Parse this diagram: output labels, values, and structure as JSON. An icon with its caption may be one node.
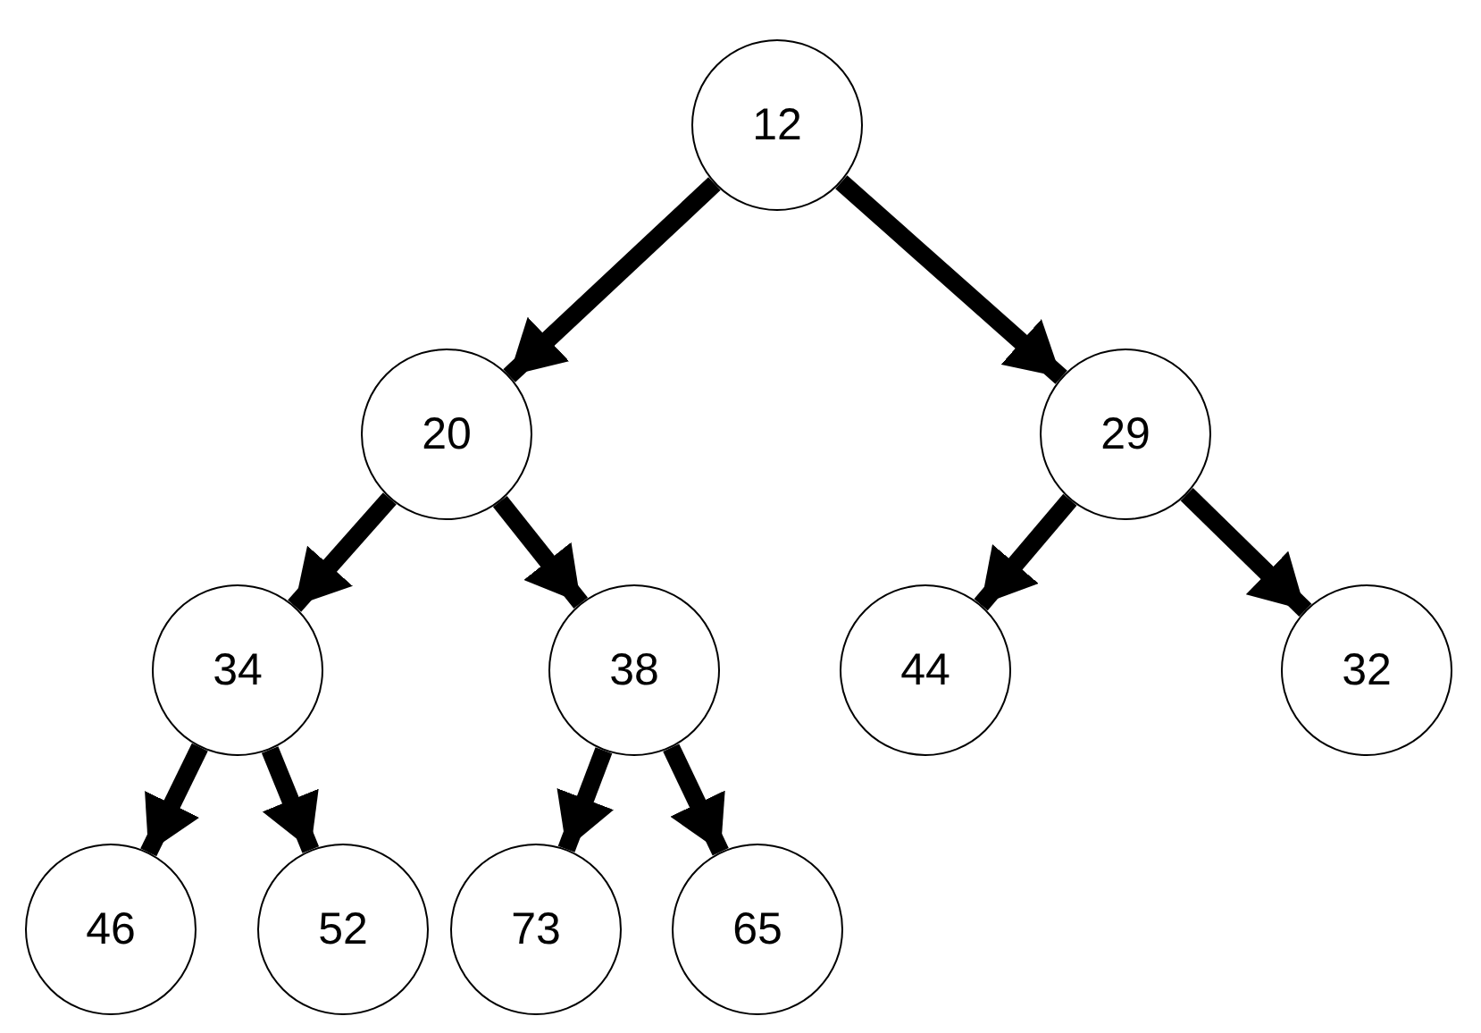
{
  "diagram": {
    "nodes": [
      {
        "text": [
          "12"
        ]
      },
      {
        "text": [
          "20"
        ]
      },
      {
        "text": [
          "29"
        ]
      },
      {
        "text": [
          "34"
        ]
      },
      {
        "text": [
          "38"
        ]
      },
      {
        "text": [
          "44"
        ]
      },
      {
        "text": [
          "32"
        ]
      },
      {
        "text": [
          "46"
        ]
      },
      {
        "text": [
          "52"
        ]
      },
      {
        "text": [
          "73"
        ]
      },
      {
        "text": [
          "65"
        ]
      }
    ],
    "edges": [
      {
        "from": 0,
        "to": 1,
        "arrow": "to"
      },
      {
        "from": 0,
        "to": 2,
        "arrow": "to"
      },
      {
        "from": 1,
        "to": 3,
        "arrow": "to"
      },
      {
        "from": 1,
        "to": 4,
        "arrow": "to"
      },
      {
        "from": 2,
        "to": 5,
        "arrow": "to"
      },
      {
        "from": 2,
        "to": 6,
        "arrow": "to"
      },
      {
        "from": 3,
        "to": 7,
        "arrow": "to"
      },
      {
        "from": 3,
        "to": 8,
        "arrow": "to"
      },
      {
        "from": 4,
        "to": 9,
        "arrow": "to"
      },
      {
        "from": 4,
        "to": 10,
        "arrow": "to"
      }
    ]
  }
}
